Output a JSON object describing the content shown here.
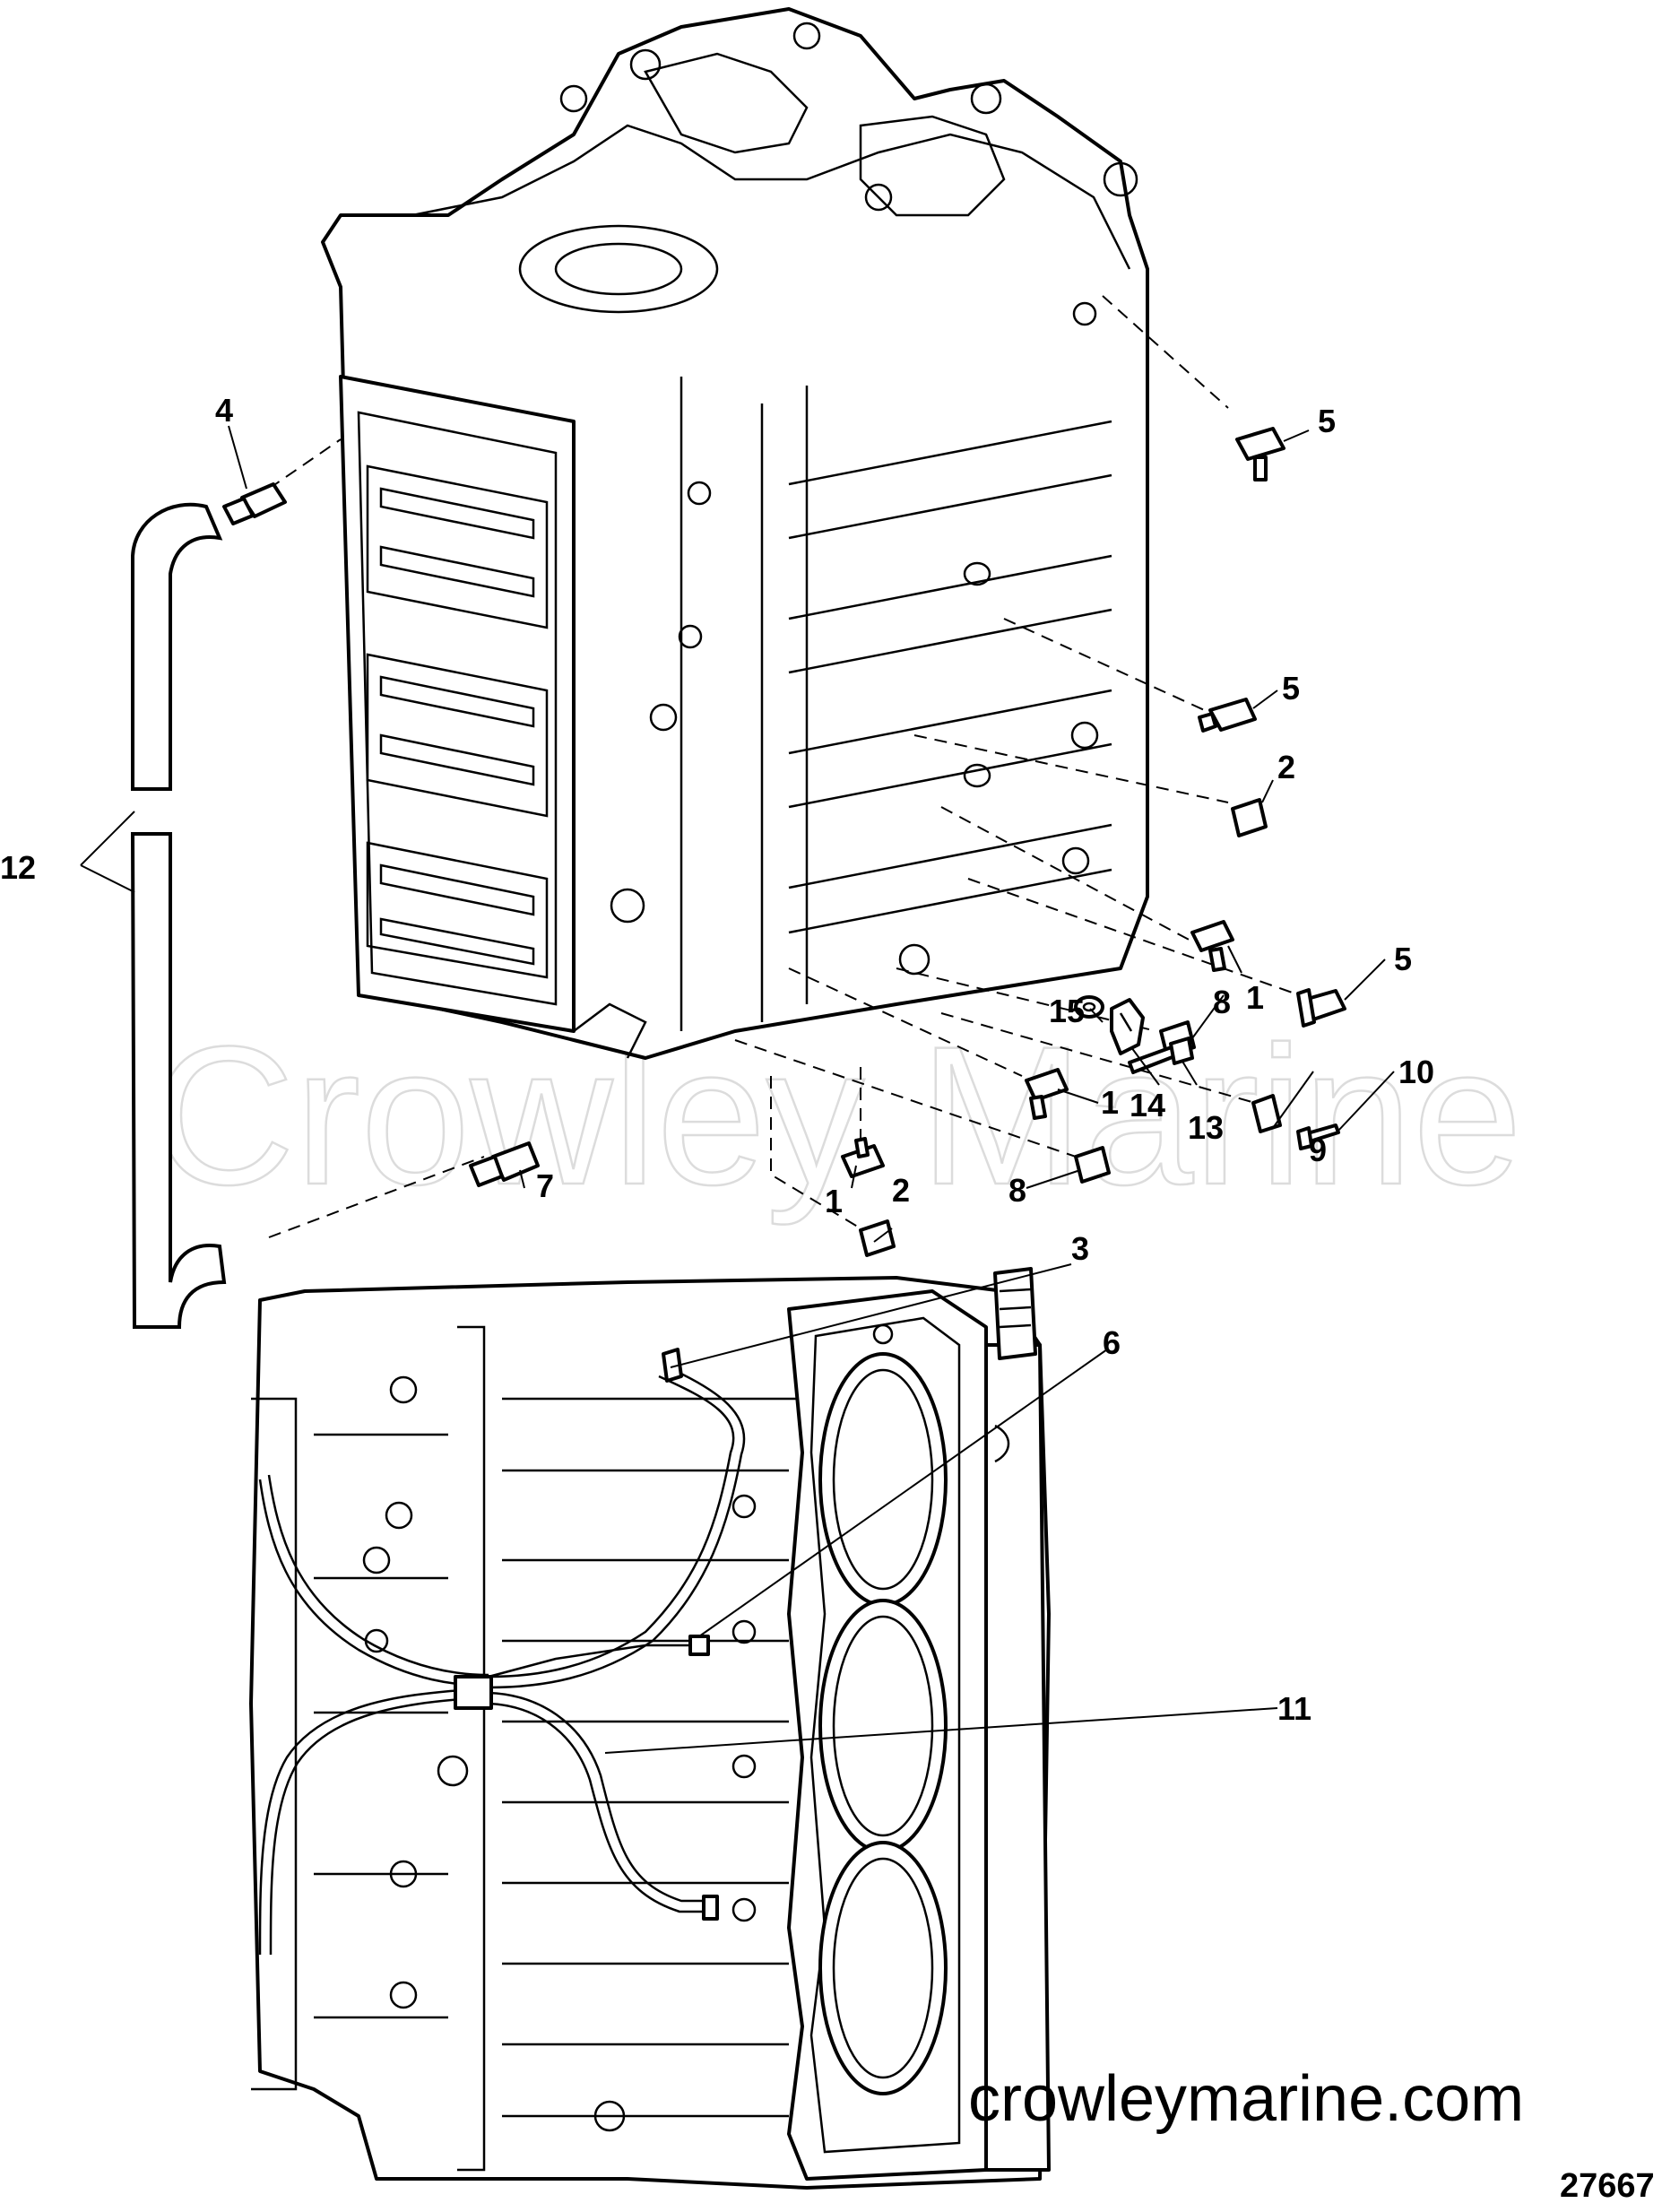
{
  "watermark": "Crowley Marine",
  "website": "crowleymarine.com",
  "figure_number": "27667",
  "callouts": {
    "c1a": "1",
    "c1b": "1",
    "c1c": "1",
    "c2a": "2",
    "c2b": "2",
    "c3": "3",
    "c4": "4",
    "c5a": "5",
    "c5b": "5",
    "c5c": "5",
    "c6": "6",
    "c7": "7",
    "c8a": "8",
    "c8b": "8",
    "c9": "9",
    "c10": "10",
    "c11": "11",
    "c12": "12",
    "c13": "13",
    "c14": "14",
    "c15": "15"
  }
}
